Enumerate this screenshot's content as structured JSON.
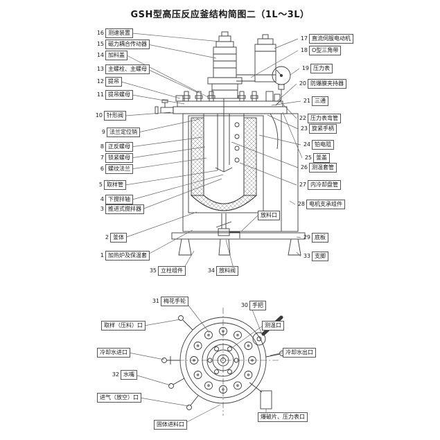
{
  "title": "GSH型高压反应釜结构简图二（1L～3L）",
  "left_labels": [
    {
      "num": "16",
      "text": "测速装置"
    },
    {
      "num": "15",
      "text": "磁力耦合传动器"
    },
    {
      "num": "14",
      "text": "加料盖"
    },
    {
      "num": "13",
      "text": "主螺栓、主螺母"
    },
    {
      "num": "12",
      "text": "提吊"
    },
    {
      "num": "11",
      "text": "提吊螺母"
    },
    {
      "num": "10",
      "text": "针形阀"
    },
    {
      "num": "9",
      "text": "法兰定位销"
    },
    {
      "num": "8",
      "text": "正反螺母"
    },
    {
      "num": "7",
      "text": "锁紧螺母"
    },
    {
      "num": "6",
      "text": "螺纹法兰"
    },
    {
      "num": "5",
      "text": "取样管"
    },
    {
      "num": "4",
      "text": "下搅拌轴"
    },
    {
      "num": "3",
      "text": "推进式搅拌器"
    },
    {
      "num": "2",
      "text": "釜体"
    },
    {
      "num": "1",
      "text": "加热炉及保温套"
    },
    {
      "num": "35",
      "text": "立柱组件"
    },
    {
      "num": "34",
      "text": "放料阀"
    }
  ],
  "right_labels": [
    {
      "num": "17",
      "text": "直流伺服电动机"
    },
    {
      "num": "18",
      "text": "O型三角带"
    },
    {
      "num": "19",
      "text": "压力表"
    },
    {
      "num": "20",
      "text": "防爆膜夹持器"
    },
    {
      "num": "21",
      "text": "三通"
    },
    {
      "num": "22",
      "text": "压力表弯管"
    },
    {
      "num": "23",
      "text": "旋紧手柄"
    },
    {
      "num": "24",
      "text": "铂电阻"
    },
    {
      "num": "25",
      "text": "釜盖"
    },
    {
      "num": "26",
      "text": "测温套管"
    },
    {
      "num": "27",
      "text": "内冷却盘管"
    },
    {
      "num": "28",
      "text": "电机支承组件"
    },
    {
      "num": "29",
      "text": "底板"
    },
    {
      "num": "33",
      "text": "支脚"
    }
  ],
  "mid_label": {
    "text": "放料口"
  },
  "bottom_labels": [
    {
      "num": "31",
      "text": "梅花手轮"
    },
    {
      "num": "30",
      "text": "手把"
    },
    {
      "num": "",
      "text": "取样（压料）口"
    },
    {
      "num": "",
      "text": "测温口"
    },
    {
      "num": "",
      "text": "冷却水进口"
    },
    {
      "num": "",
      "text": "冷却水出口"
    },
    {
      "num": "32",
      "text": "水嘴"
    },
    {
      "num": "",
      "text": "进气（放空）口"
    },
    {
      "num": "",
      "text": "爆破片、压力表口"
    },
    {
      "num": "",
      "text": "固体进料口"
    }
  ]
}
